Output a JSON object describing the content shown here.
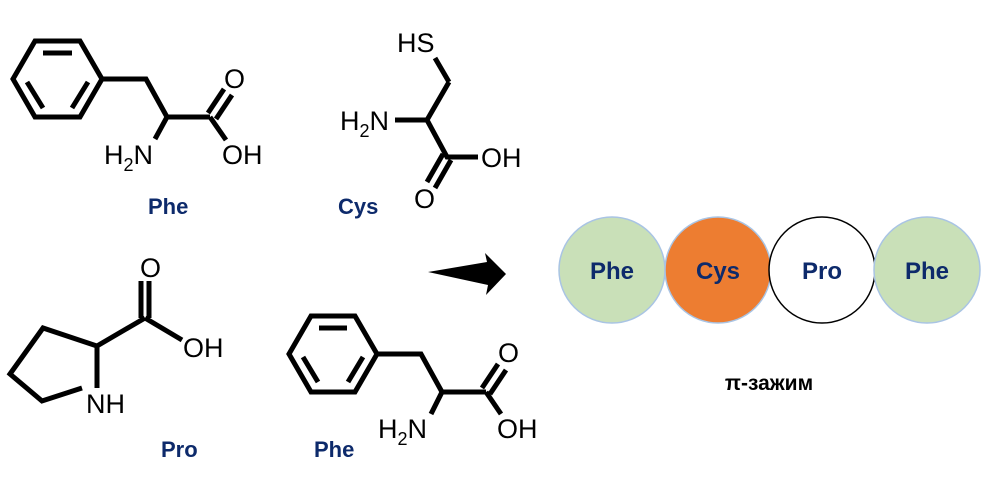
{
  "molecules": {
    "phe_top": {
      "name": "Phe",
      "amine": {
        "main": "H",
        "sub": "2",
        "tail": "N"
      },
      "carbonyl_o": "O",
      "hydroxyl": "OH"
    },
    "cys": {
      "name": "Cys",
      "thiol": "HS",
      "amine": {
        "main": "H",
        "sub": "2",
        "tail": "N"
      },
      "carbonyl_o": "O",
      "hydroxyl": "OH"
    },
    "pro": {
      "name": "Pro",
      "amine": "NH",
      "carbonyl_o": "O",
      "hydroxyl": "OH"
    },
    "phe_bottom": {
      "name": "Phe",
      "amine": {
        "main": "H",
        "sub": "2",
        "tail": "N"
      },
      "carbonyl_o": "O",
      "hydroxyl": "OH"
    }
  },
  "arrow": {
    "icon": "right-arrow-icon"
  },
  "sequence": {
    "caption": "π-зажим",
    "residues": [
      {
        "label": "Phe",
        "fill": "#c9e0b8",
        "stroke": "#a9c4e4"
      },
      {
        "label": "Cys",
        "fill": "#ed7d31",
        "stroke": "#a9c4e4"
      },
      {
        "label": "Pro",
        "fill": "#ffffff",
        "stroke": "#000000"
      },
      {
        "label": "Phe",
        "fill": "#c9e0b8",
        "stroke": "#a9c4e4"
      }
    ]
  }
}
